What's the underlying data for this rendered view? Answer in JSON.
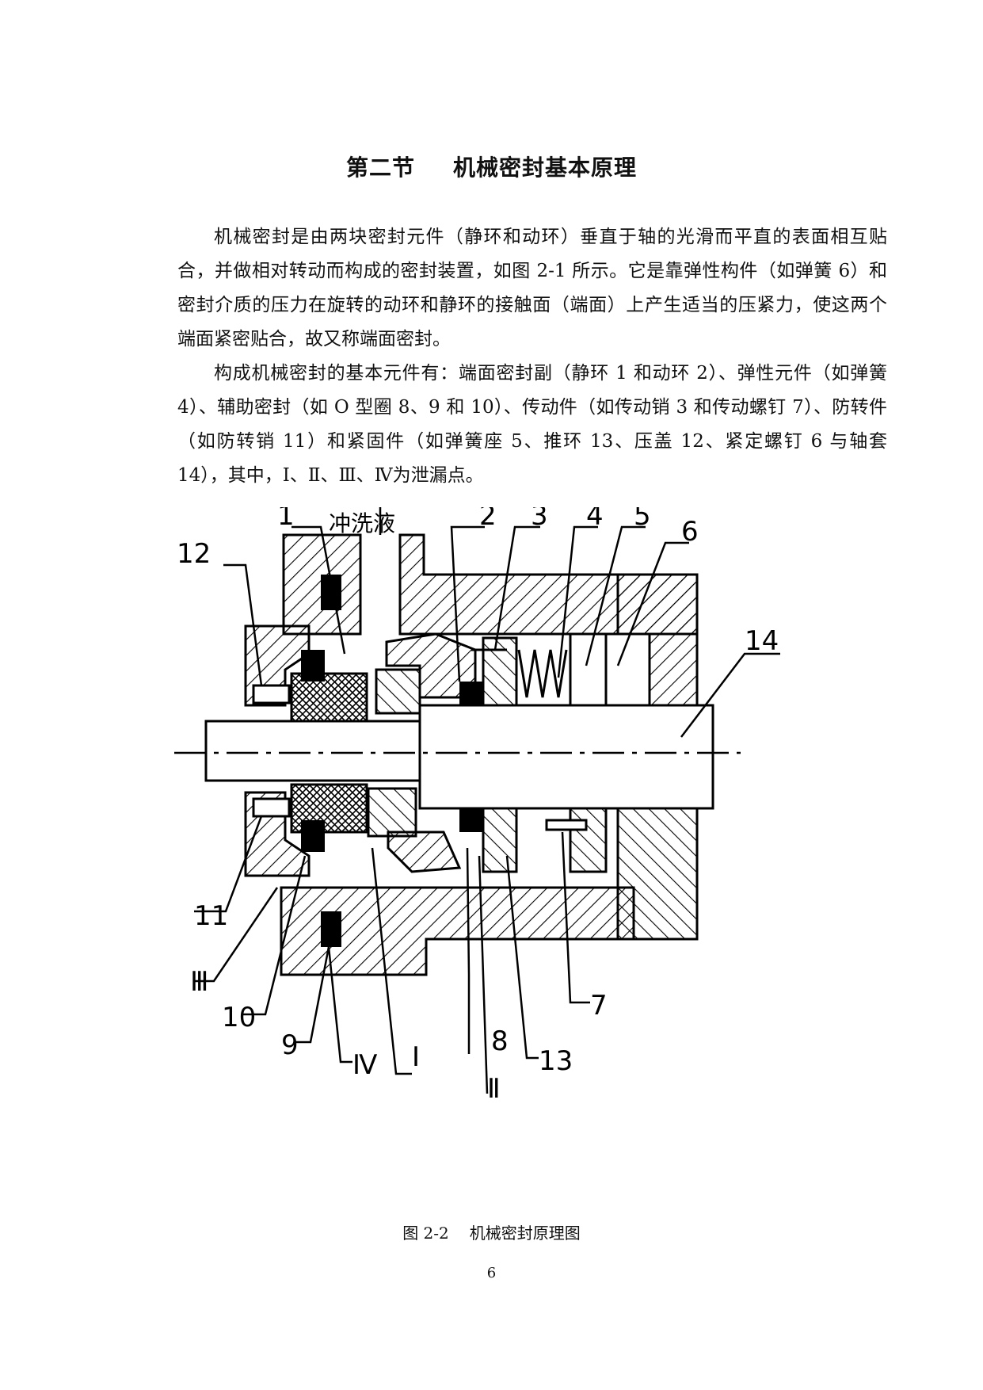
{
  "section": {
    "number": "第二节",
    "title": "机械密封基本原理"
  },
  "paragraphs": [
    "机械密封是由两块密封元件（静环和动环）垂直于轴的光滑而平直的表面相互贴合，并做相对转动而构成的密封装置，如图 2-1 所示。它是靠弹性构件（如弹簧 6）和密封介质的压力在旋转的动环和静环的接触面（端面）上产生适当的压紧力，使这两个端面紧密贴合，故又称端面密封。",
    "构成机械密封的基本元件有：端面密封副（静环 1 和动环 2）、弹性元件（如弹簧 4）、辅助密封（如 O 型圈 8、9 和 10）、传动件（如传动销 3 和传动螺钉 7）、防转件（如防转销 11）和紧固件（如弹簧座 5、推环 13、压盖 12、紧定螺钉 6 与轴套 14），其中，Ⅰ、Ⅱ、Ⅲ、Ⅳ为泄漏点。"
  ],
  "figure": {
    "caption_number": "图 2-2",
    "caption_text": "机械密封原理图",
    "inlet_label": "冲洗液",
    "part_labels": {
      "p1": "1",
      "p2": "2",
      "p3": "3",
      "p4": "4",
      "p5": "5",
      "p6": "6",
      "p7": "7",
      "p8": "8",
      "p9": "9",
      "p10": "10",
      "p11": "11",
      "p12": "12",
      "p13": "13",
      "p14": "14"
    },
    "leak_labels": {
      "l1": "Ⅰ",
      "l2": "Ⅱ",
      "l3": "Ⅲ",
      "l4": "Ⅳ"
    }
  },
  "page_number": "6"
}
